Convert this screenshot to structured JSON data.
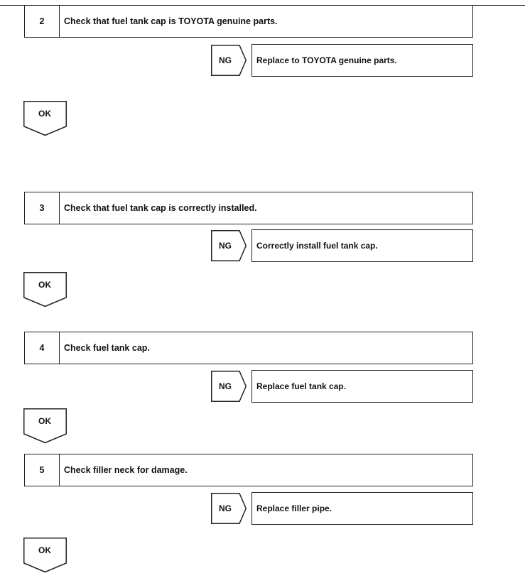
{
  "steps": [
    {
      "number": "2",
      "check": "Check that fuel tank cap is TOYOTA genuine parts.",
      "ng_label": "NG",
      "ng_action": "Replace to TOYOTA genuine parts.",
      "ok_label": "OK"
    },
    {
      "number": "3",
      "check": "Check that fuel tank cap is correctly installed.",
      "ng_label": "NG",
      "ng_action": "Correctly install fuel tank cap.",
      "ok_label": "OK"
    },
    {
      "number": "4",
      "check": "Check fuel tank cap.",
      "ng_label": "NG",
      "ng_action": "Replace fuel tank cap.",
      "ok_label": "OK"
    },
    {
      "number": "5",
      "check": "Check filler neck for damage.",
      "ng_label": "NG",
      "ng_action": "Replace filler pipe.",
      "ok_label": "OK"
    }
  ]
}
